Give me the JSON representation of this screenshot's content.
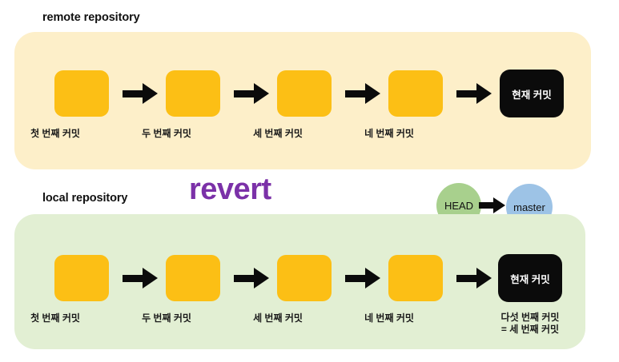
{
  "diagram": {
    "title_text": "revert",
    "accent_color": "#7B31A8",
    "panels": [
      {
        "caption": "remote repository",
        "background_color": "#FDEFC9",
        "nodes": [
          {
            "label": "첫 번째 커밋",
            "inner_label": "",
            "color": "#FCBF15"
          },
          {
            "label": "두 번째 커밋",
            "inner_label": "",
            "color": "#FCBF15"
          },
          {
            "label": "세 번째 커밋",
            "inner_label": "",
            "color": "#FCBF15"
          },
          {
            "label": "네 번째 커밋",
            "inner_label": "",
            "color": "#FCBF15"
          },
          {
            "label": "",
            "inner_label": "현재 커밋",
            "color": "#0B0B0B"
          }
        ]
      },
      {
        "caption": "local repository",
        "background_color": "#E2EFD3",
        "nodes": [
          {
            "label": "첫 번째 커밋",
            "inner_label": "",
            "color": "#FCBF15"
          },
          {
            "label": "두 번째 커밋",
            "inner_label": "",
            "color": "#FCBF15"
          },
          {
            "label": "세 번째 커밋",
            "inner_label": "",
            "color": "#FCBF15"
          },
          {
            "label": "네 번째 커밋",
            "inner_label": "",
            "color": "#FCBF15"
          },
          {
            "label": "다섯 번째 커밋\n= 세 번째 커밋",
            "inner_label": "현재 커밋",
            "color": "#0B0B0B"
          }
        ]
      }
    ],
    "refs": {
      "head": {
        "label": "HEAD",
        "color": "#A8D08D"
      },
      "master": {
        "label": "master",
        "color": "#9DC3E6"
      }
    }
  }
}
